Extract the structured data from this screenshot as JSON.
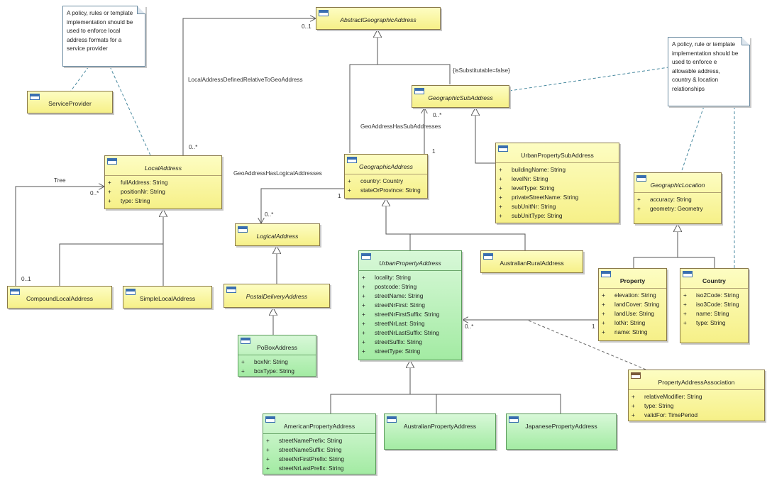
{
  "classes": {
    "abstract_geographic_address": {
      "name": "AbstractGeographicAddress"
    },
    "geographic_sub_address": {
      "name": "GeographicSubAddress"
    },
    "service_provider": {
      "name": "ServiceProvider"
    },
    "local_address": {
      "name": "LocalAddress",
      "attrs": [
        {
          "vis": "+",
          "text": "fullAddress: String"
        },
        {
          "vis": "+",
          "text": "positionNr: String"
        },
        {
          "vis": "+",
          "text": "type: String"
        }
      ]
    },
    "geographic_address": {
      "name": "GeographicAddress",
      "attrs": [
        {
          "vis": "+",
          "text": "country: Country"
        },
        {
          "vis": "+",
          "text": "stateOrProvince: String"
        }
      ]
    },
    "urban_property_sub_address": {
      "name": "UrbanPropertySubAddress",
      "attrs": [
        {
          "vis": "+",
          "text": "buildingName: String"
        },
        {
          "vis": "+",
          "text": "levelNr: String"
        },
        {
          "vis": "+",
          "text": "levelType: String"
        },
        {
          "vis": "+",
          "text": "privateStreetName: String"
        },
        {
          "vis": "+",
          "text": "subUnitNr: String"
        },
        {
          "vis": "+",
          "text": "subUnitType: String"
        }
      ]
    },
    "geographic_location": {
      "name": "GeographicLocation",
      "attrs": [
        {
          "vis": "+",
          "text": "accuracy: String"
        },
        {
          "vis": "+",
          "text": "geometry: Geometry"
        }
      ]
    },
    "logical_address": {
      "name": "LogicalAddress"
    },
    "urban_property_address": {
      "name": "UrbanPropertyAddress",
      "attrs": [
        {
          "vis": "+",
          "text": "locality: String"
        },
        {
          "vis": "+",
          "text": "postcode: String"
        },
        {
          "vis": "+",
          "text": "streetName: String"
        },
        {
          "vis": "+",
          "text": "streetNrFirst: String"
        },
        {
          "vis": "+",
          "text": "streetNrFirstSuffix: String"
        },
        {
          "vis": "+",
          "text": "streetNrLast: String"
        },
        {
          "vis": "+",
          "text": "streetNrLastSuffix: String"
        },
        {
          "vis": "+",
          "text": "streetSuffix: String"
        },
        {
          "vis": "+",
          "text": "streetType: String"
        }
      ]
    },
    "australian_rural_address": {
      "name": "AustralianRuralAddress"
    },
    "property": {
      "name": "Property",
      "attrs": [
        {
          "vis": "+",
          "text": "elevation: String"
        },
        {
          "vis": "+",
          "text": "landCover: String"
        },
        {
          "vis": "+",
          "text": "landUse: String"
        },
        {
          "vis": "+",
          "text": "lotNr: String"
        },
        {
          "vis": "+",
          "text": "name: String"
        }
      ]
    },
    "country": {
      "name": "Country",
      "attrs": [
        {
          "vis": "+",
          "text": "iso2Code: String"
        },
        {
          "vis": "+",
          "text": "iso3Code: String"
        },
        {
          "vis": "+",
          "text": "name: String"
        },
        {
          "vis": "+",
          "text": "type: String"
        }
      ]
    },
    "compound_local_address": {
      "name": "CompoundLocalAddress"
    },
    "simple_local_address": {
      "name": "SimpleLocalAddress"
    },
    "postal_delivery_address": {
      "name": "PostalDeliveryAddress"
    },
    "po_box_address": {
      "name": "PoBoxAddress",
      "attrs": [
        {
          "vis": "+",
          "text": "boxNr: String"
        },
        {
          "vis": "+",
          "text": "boxType: String"
        }
      ]
    },
    "property_address_association": {
      "name": "PropertyAddressAssociation",
      "attrs": [
        {
          "vis": "+",
          "text": "relativeModifier: String"
        },
        {
          "vis": "+",
          "text": "type: String"
        },
        {
          "vis": "+",
          "text": "validFor: TimePeriod"
        }
      ]
    },
    "american_property_address": {
      "name": "AmericanPropertyAddress",
      "attrs": [
        {
          "vis": "+",
          "text": "streetNamePrefix: String"
        },
        {
          "vis": "+",
          "text": "streetNameSuffix: String"
        },
        {
          "vis": "+",
          "text": "streetNrFirstPrefix: String"
        },
        {
          "vis": "+",
          "text": "streetNrLastPrefix: String"
        }
      ]
    },
    "australian_property_address": {
      "name": "AustralianPropertyAddress"
    },
    "japanese_property_address": {
      "name": "JapanesePropertyAddress"
    }
  },
  "notes": {
    "service_provider_note": [
      "A policy, rules or template",
      "implementation should be",
      "used to enforce local",
      "address formats for a",
      "service provider"
    ],
    "location_note": [
      "A policy, rule or template",
      "implementation should be",
      "used to enforce e",
      "allowable address,",
      "country & location",
      "relationships"
    ]
  },
  "labels": {
    "mult_0_1_top": "0..1",
    "local_address_defined": "LocalAddressDefinedRelativeToGeoAddress",
    "is_substitutable": "{isSubstitutable=false}",
    "mult_0_star_sub": "0..*",
    "geo_has_sub": "GeoAddressHasSubAddresses",
    "mult_1_sub": "1",
    "mult_0_star_local": "0..*",
    "tree": "Tree",
    "mult_0_star_tree": "0..*",
    "geo_has_logical": "GeoAddressHasLogicalAddresses",
    "mult_1_logical": "1",
    "mult_0_star_logical": "0..*",
    "mult_0_1_compound": "0..1",
    "mult_0_star_prop": "0..*",
    "mult_1_prop": "1"
  },
  "colors": {
    "class_yellow": "#f6f088",
    "class_green": "#a3eba3",
    "line": "#555555",
    "note_border": "#6a8aa0"
  }
}
